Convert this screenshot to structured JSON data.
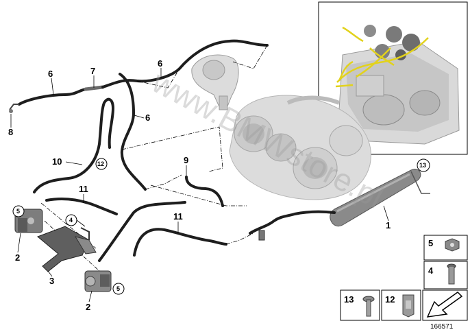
{
  "watermark": "www.BMWstore.pl",
  "diagram_id": "166571",
  "callouts": {
    "c1": "1",
    "c2a": "2",
    "c2b": "2",
    "c3": "3",
    "c4": "4",
    "c5a": "5",
    "c5b": "5",
    "c6a": "6",
    "c6b": "6",
    "c7": "7",
    "c8": "8",
    "c9": "9",
    "c10": "10",
    "c11a": "11",
    "c11b": "11",
    "c12": "12",
    "c13": "13"
  },
  "legend": {
    "item5": "5",
    "item4": "4",
    "item13": "13",
    "item12": "12"
  },
  "colors": {
    "hose": "#1e1e1e",
    "part_grey": "#8a8a8a",
    "engine_highlight": "#e2d21c",
    "line": "#000000"
  }
}
